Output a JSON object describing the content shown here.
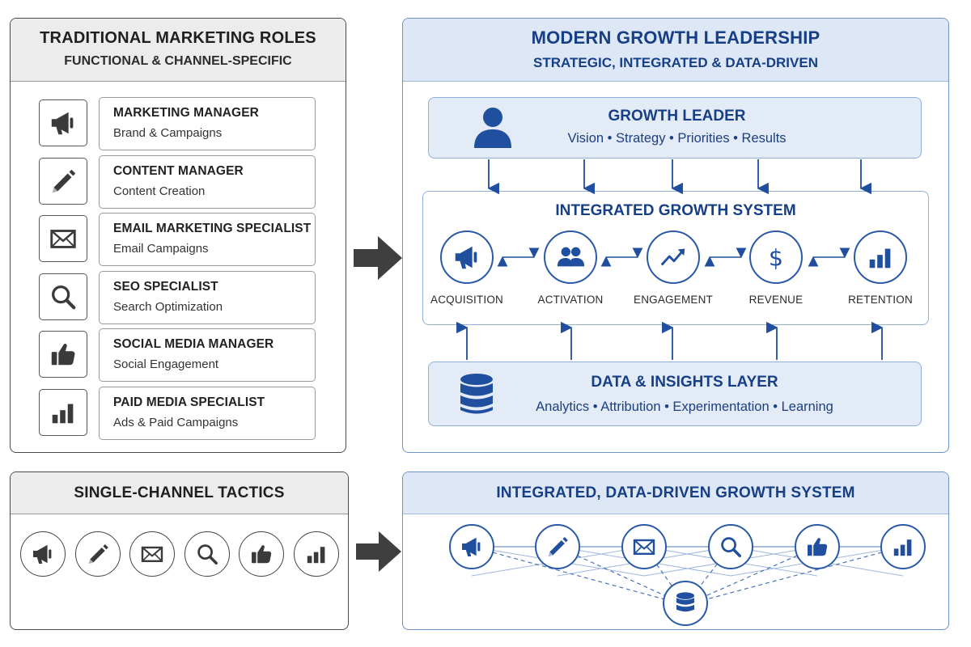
{
  "traditional": {
    "title": "TRADITIONAL MARKETING ROLES",
    "subtitle": "FUNCTIONAL & CHANNEL-SPECIFIC",
    "roles": [
      {
        "title": "MARKETING MANAGER",
        "sub": "Brand & Campaigns",
        "icon": "megaphone-icon"
      },
      {
        "title": "CONTENT MANAGER",
        "sub": "Content Creation",
        "icon": "pencil-icon"
      },
      {
        "title": "EMAIL MARKETING SPECIALIST",
        "sub": "Email Campaigns",
        "icon": "envelope-icon"
      },
      {
        "title": "SEO SPECIALIST",
        "sub": "Search Optimization",
        "icon": "magnifier-icon"
      },
      {
        "title": "SOCIAL MEDIA MANAGER",
        "sub": "Social Engagement",
        "icon": "thumbs-up-icon"
      },
      {
        "title": "PAID MEDIA SPECIALIST",
        "sub": "Ads & Paid Campaigns",
        "icon": "bar-chart-icon"
      }
    ]
  },
  "modern": {
    "title": "MODERN GROWTH LEADERSHIP",
    "subtitle": "STRATEGIC, INTEGRATED & DATA-DRIVEN",
    "leader": {
      "title": "GROWTH LEADER",
      "sub": "Vision • Strategy • Priorities • Results",
      "icon": "person-icon"
    },
    "system": {
      "title": "INTEGRATED GROWTH SYSTEM",
      "stages": [
        {
          "label": "ACQUISITION",
          "icon": "megaphone-icon"
        },
        {
          "label": "ACTIVATION",
          "icon": "people-icon"
        },
        {
          "label": "ENGAGEMENT",
          "icon": "trend-up-icon"
        },
        {
          "label": "REVENUE",
          "icon": "dollar-icon"
        },
        {
          "label": "RETENTION",
          "icon": "bar-chart-icon"
        }
      ]
    },
    "data_layer": {
      "title": "DATA & INSIGHTS LAYER",
      "sub": "Analytics • Attribution • Experimentation • Learning",
      "icon": "database-icon"
    }
  },
  "tactics": {
    "title": "SINGLE-CHANNEL TACTICS",
    "icons": [
      "megaphone-icon",
      "pencil-icon",
      "envelope-icon",
      "magnifier-icon",
      "thumbs-up-icon",
      "bar-chart-icon"
    ]
  },
  "integrated": {
    "title": "INTEGRATED, DATA-DRIVEN GROWTH SYSTEM",
    "icons": [
      "megaphone-icon",
      "pencil-icon",
      "envelope-icon",
      "magnifier-icon",
      "thumbs-up-icon",
      "bar-chart-icon"
    ],
    "hub_icon": "database-icon"
  },
  "colors": {
    "blue_accent": "#2b5aa8",
    "blue_fill": "#dde7f5",
    "dark_gray": "#3f3f3f",
    "light_gray": "#ececec"
  }
}
